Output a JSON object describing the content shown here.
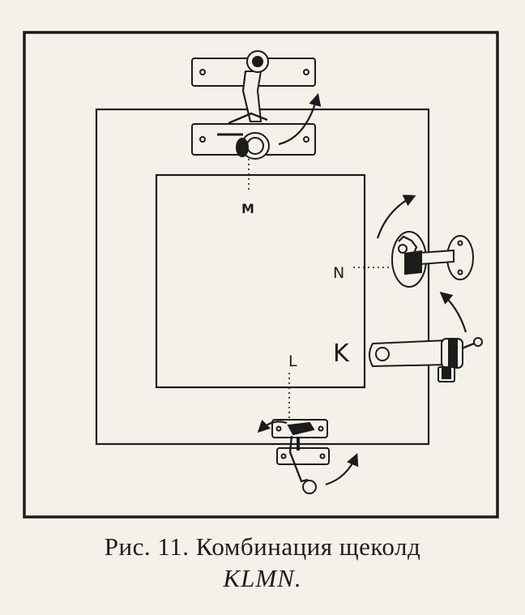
{
  "caption": {
    "figure_label": "Рис. 11.",
    "title": "Комбинация щеколд",
    "subtitle": "KLMN."
  },
  "labels": {
    "k": "K",
    "l": "L",
    "m": "M",
    "n": "N"
  },
  "icons": {
    "latch_m": "latch-top-icon",
    "latch_n": "latch-right-upper-icon",
    "latch_k": "latch-right-lower-icon",
    "latch_l": "latch-bottom-icon"
  },
  "colors": {
    "ink": "#1c1c1c",
    "paper": "#f4f1ea"
  }
}
